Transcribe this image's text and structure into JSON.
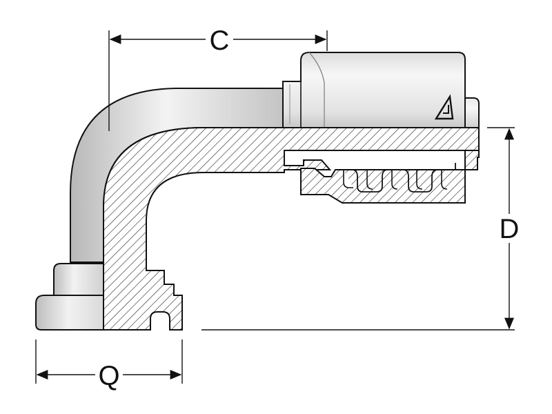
{
  "diagram": {
    "dimensions": {
      "c": "C",
      "d": "D",
      "q": "Q"
    }
  },
  "colors": {
    "metal_light": "#f4f4f4",
    "metal_mid": "#d6d6d6",
    "metal_dark": "#9a9a9a",
    "outline": "#111111"
  },
  "icons": {
    "logo": "triangle-logo-icon"
  }
}
